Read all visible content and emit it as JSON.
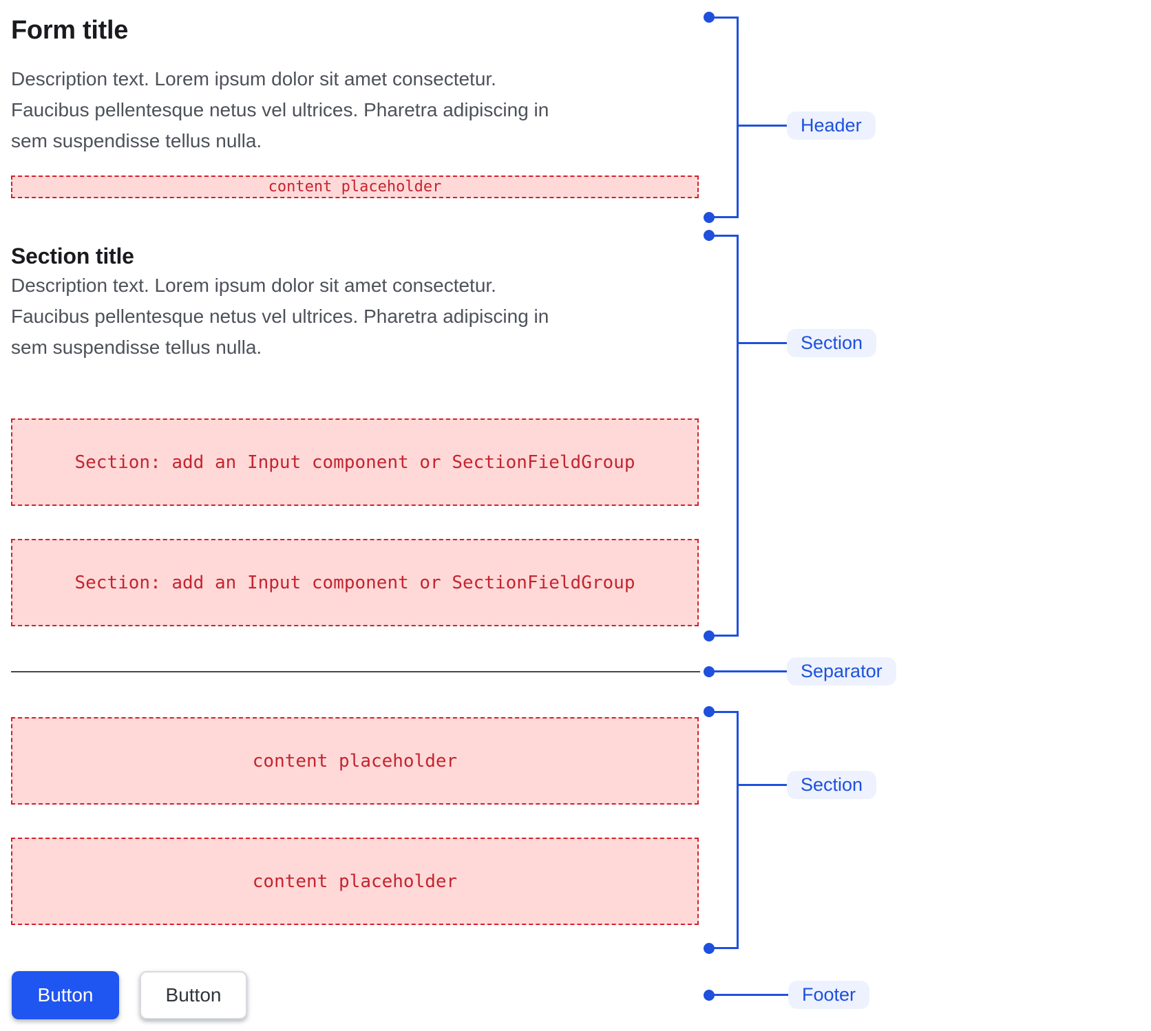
{
  "header": {
    "title": "Form title",
    "description_lines": [
      "Description text. Lorem ipsum dolor sit amet consectetur.",
      "Faucibus pellentesque netus vel ultrices. Pharetra adipiscing in",
      "sem suspendisse tellus nulla."
    ],
    "placeholder": "content placeholder"
  },
  "section_one": {
    "title": "Section title",
    "description_lines": [
      "Description text. Lorem ipsum dolor sit amet consectetur.",
      "Faucibus pellentesque netus vel ultrices. Pharetra adipiscing in",
      "sem suspendisse tellus nulla."
    ],
    "placeholders": [
      "Section: add an Input component or SectionFieldGroup",
      "Section: add an Input component or SectionFieldGroup"
    ]
  },
  "section_two": {
    "placeholders": [
      "content placeholder",
      "content placeholder"
    ]
  },
  "footer": {
    "primary_button": "Button",
    "secondary_button": "Button"
  },
  "annotations": {
    "header_label": "Header",
    "section_one_label": "Section",
    "separator_label": "Separator",
    "section_two_label": "Section",
    "footer_label": "Footer"
  },
  "colors": {
    "annotation_blue": "#1e50dd",
    "annotation_pill_bg": "#edf2fe",
    "placeholder_text_red": "#c42430",
    "placeholder_border_red": "#d21f2b",
    "placeholder_bg_pink": "#ffd9d8",
    "primary_button_bg": "#1f55f0",
    "separator_gray": "#42464e"
  }
}
